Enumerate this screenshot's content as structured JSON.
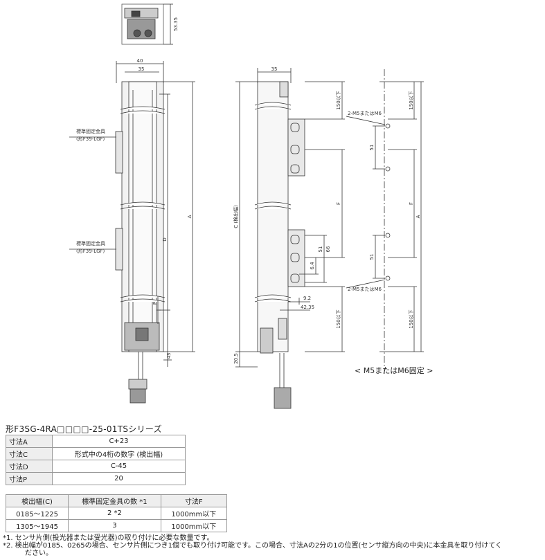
{
  "drawing": {
    "dim_labels": {
      "top_height": "53.35",
      "width_40": "40",
      "width_35_left": "35",
      "width_35_right": "35",
      "A_left": "A",
      "D": "D",
      "P": "P",
      "bottom_43": "43",
      "C": "C (検出幅)",
      "F_mid": "F",
      "gap_150_top": "150以下",
      "gap_150_bottom": "150以下",
      "dim_51": "51",
      "dim_66": "66",
      "dim_6_4": "6.4",
      "dim_9_2": "9.2",
      "dim_42_35": "42.35",
      "dim_20_5": "20.5",
      "mount_label": "2-M5またはM6",
      "mount_label_2": "2-M5またはM6",
      "F_right": "F",
      "A_right": "A",
      "gap_150_right_top": "150以下",
      "gap_150_right_bottom": "150以下",
      "dim_51_right_top": "51",
      "dim_51_right_bottom": "51",
      "bracket_label_1": "標準固定金具",
      "bracket_model_1": "(形F39-LGF)",
      "bracket_label_2": "標準固定金具",
      "bracket_model_2": "(形F39-LGF)"
    },
    "caption": "< M5またはM6固定 >"
  },
  "series_title": "形F3SG-4RA□□□□-25-01TSシリーズ",
  "dim_table": [
    {
      "key": "寸法A",
      "value": "C+23"
    },
    {
      "key": "寸法C",
      "value": "形式中の4桁の数字 (検出幅)"
    },
    {
      "key": "寸法D",
      "value": "C-45"
    },
    {
      "key": "寸法P",
      "value": "20"
    }
  ],
  "bracket_table": {
    "headers": [
      "検出幅(C)",
      "標準固定金具の数 *1",
      "寸法F"
    ],
    "rows": [
      [
        "0185～1225",
        "2 *2",
        "1000mm以下"
      ],
      [
        "1305～1945",
        "3",
        "1000mm以下"
      ]
    ]
  },
  "notes": [
    "*1. センサ片側(投光器または受光器)の取り付けに必要な数量です。",
    "*2. 検出幅が0185、0265の場合、センサ片側につき1個でも取り付け可能です。この場合、寸法Aの2分の1の位置(センサ縦方向の中央)に本金具を取り付けてく",
    "ださい。"
  ]
}
